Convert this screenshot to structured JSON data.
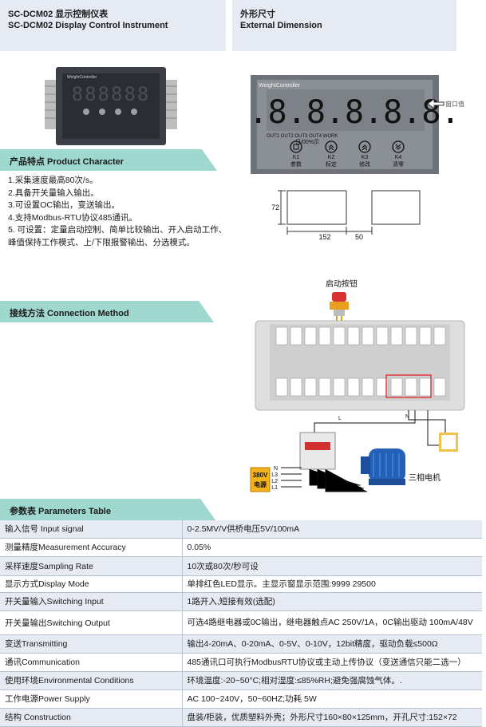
{
  "header_left": {
    "title_cn": "SC-DCM02  显示控制仪表",
    "title_en": "SC-DCM02 Display Control Instrument"
  },
  "header_right": {
    "title_cn": "外形尺寸",
    "title_en": "External Dimension"
  },
  "product_photo": {
    "brand": "WeightController",
    "digits": "888888"
  },
  "section_product": "产品特点 Product Character",
  "features": [
    "1.采集速度最高80次/s。",
    "2.具备开关量输入输出。",
    "3.可设置OC输出，变送输出。",
    "4.支持Modbus-RTU协议485通讯。",
    "5. 可设置：定量启动控制、简单比较输出、开入启动工作、",
    "峰值保持工作模式、上/下限报警输出、分选模式。"
  ],
  "dimension": {
    "brand": "WeightController",
    "digits": "8.8.8.8.8.8.",
    "window_label": "窗口值",
    "out_labels": "OUT1 OUT2 OUT3 OUT4 WORK",
    "indicator_text": "日/00%示",
    "keys": [
      {
        "id": "K1",
        "label": "参数"
      },
      {
        "id": "K2",
        "label": "标定"
      },
      {
        "id": "K3",
        "label": "修改"
      },
      {
        "id": "K4",
        "label": "清零"
      }
    ],
    "height_mm": "72",
    "width_mm": "152",
    "depth_mm": "50"
  },
  "section_connection": "接线方法   Connection Method",
  "wiring": {
    "start_button": "启动按钮",
    "power_label_1": "380V",
    "power_label_2": "电源",
    "phases": [
      "N",
      "L3",
      "L2",
      "L1"
    ],
    "wire_L": "L",
    "wire_N": "N",
    "motor_label": "三相电机"
  },
  "section_params": "参数表  Parameters Table",
  "params": [
    {
      "key": "输入信号 Input signal",
      "value": "0-2.5MV/V供桥电压5V/100mA"
    },
    {
      "key": "测量精度Measurement Accuracy",
      "value": "0.05%"
    },
    {
      "key": "采样速度Sampling Rate",
      "value": "10次或80次/秒可设"
    },
    {
      "key": "显示方式Display Mode",
      "value": "单排红色LED显示。主显示窗显示范围:9999 29500"
    },
    {
      "key": "开关量输入Switching Input",
      "value": "1路开入,短接有效(选配)"
    },
    {
      "key": "开关量输出Switching Output",
      "value": "可选4路继电器或0C输出，继电器触点AC 250V/1A，0C输出驱动 100mA/48V"
    },
    {
      "key": "变送Transmitting",
      "value": "输出4-20mA、0-20mA、0-5V、0-10V，12bit精度，驱动负载≤500Ω"
    },
    {
      "key": "通讯Communication",
      "value": "485通讯口可执行ModbusRTU协议或主动上传协议（变送通信只能二选一）"
    },
    {
      "key": "使用环境Environmental Conditions",
      "value": "环境温度:-20~50°C;相对湿度:≤85%RH;避免强腐蚀气体。."
    },
    {
      "key": "工作电源Power Supply",
      "value": "AC 100~240V，50~60HZ;功耗 5W"
    },
    {
      "key": "结构 Construction",
      "value": "盘装/柜装，优质塑料外壳；外形尺寸160×80×125mm，开孔尺寸:152×72"
    }
  ]
}
